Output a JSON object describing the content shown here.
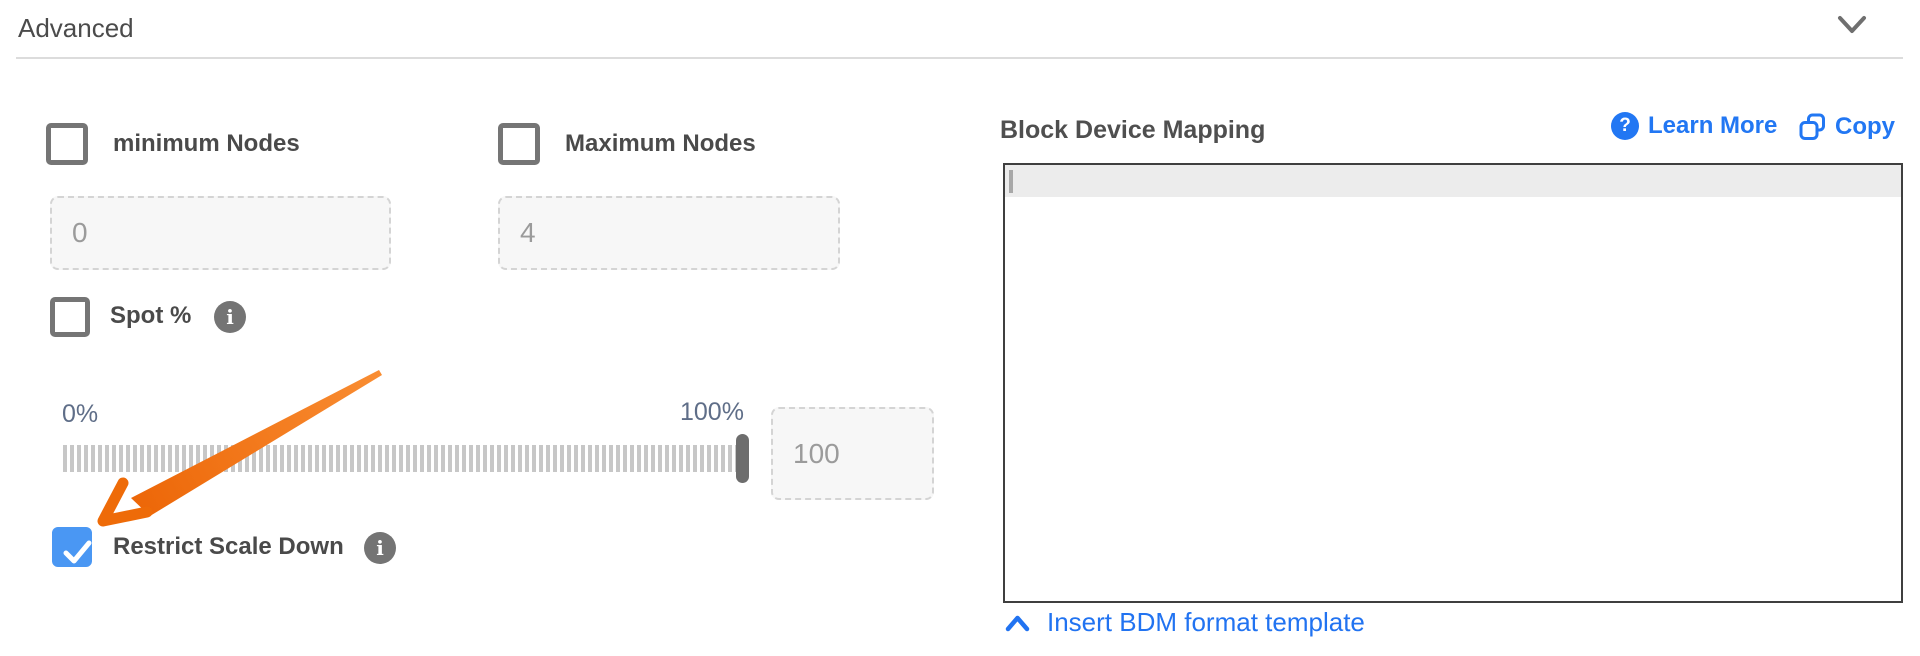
{
  "header": {
    "title": "Advanced"
  },
  "form": {
    "minimum_nodes": {
      "label": "minimum Nodes",
      "value": "0",
      "checked": false
    },
    "maximum_nodes": {
      "label": "Maximum Nodes",
      "value": "4",
      "checked": false
    },
    "spot": {
      "label": "Spot %",
      "checked": false
    },
    "slider": {
      "min_label": "0%",
      "max_label": "100%",
      "value": "100"
    },
    "restrict_scale_down": {
      "label": "Restrict Scale Down",
      "checked": true
    }
  },
  "bdm": {
    "title": "Block Device Mapping",
    "learn_more_label": "Learn More",
    "copy_label": "Copy",
    "editor_content": "",
    "insert_template_label": "Insert BDM format template"
  },
  "icons": {
    "info_glyph": "i",
    "question_glyph": "?"
  },
  "colors": {
    "link_blue": "#2277f3",
    "checkbox_blue": "#4a97f3",
    "arrow_orange": "#ee6b08",
    "info_gray": "#747474"
  }
}
